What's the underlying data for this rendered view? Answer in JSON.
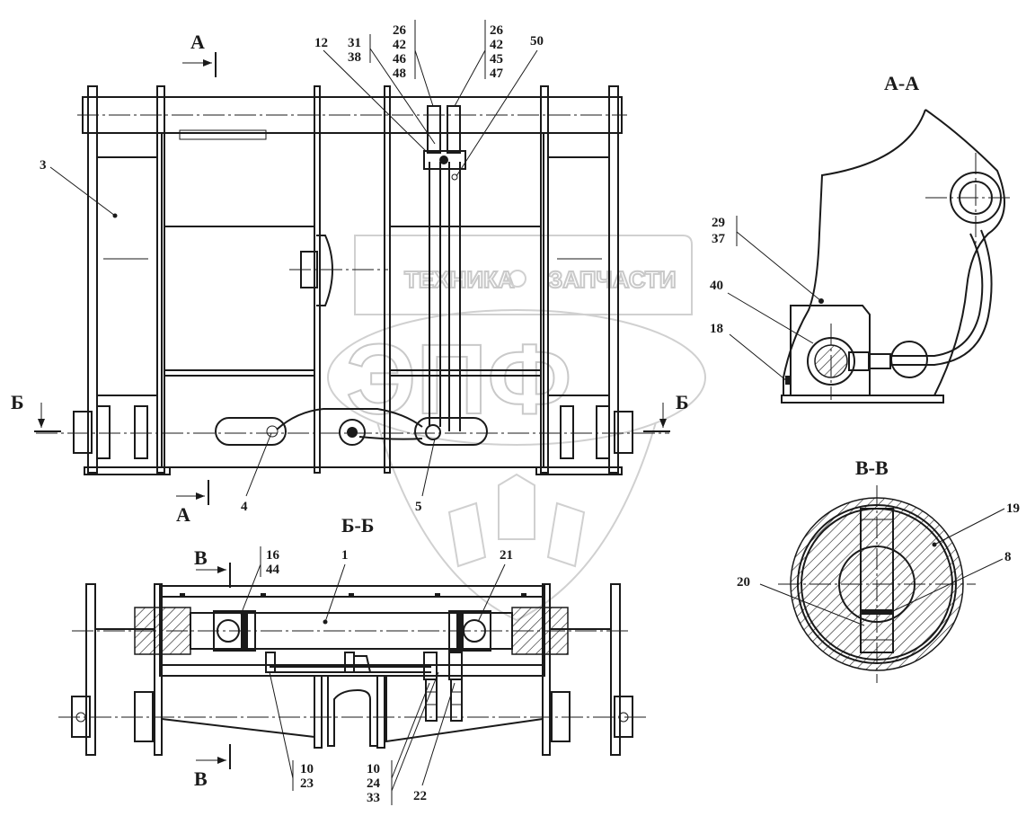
{
  "watermark": {
    "line1_left": "ТЕХНИКА",
    "line1_right": "ЗАПЧАСТИ",
    "logo": "ЭПФ"
  },
  "sections": {
    "aa_title": "А-А",
    "bb_title": "Б-Б",
    "vv_title": "В-В",
    "a_top": "А",
    "a_bottom": "А",
    "b_left": "Б",
    "b_right": "Б",
    "v_top": "В",
    "v_bottom": "В"
  },
  "callouts": {
    "p12": "12",
    "g31_38": [
      "31",
      "38"
    ],
    "g26_42_46_48": [
      "26",
      "42",
      "46",
      "48"
    ],
    "g26_42_45_47": [
      "26",
      "42",
      "45",
      "47"
    ],
    "p50": "50",
    "p3": "3",
    "p4": "4",
    "p5": "5",
    "g29_37": [
      "29",
      "37"
    ],
    "p40": "40",
    "p18": "18",
    "p19": "19",
    "p8": "8",
    "p20": "20",
    "g16_44": [
      "16",
      "44"
    ],
    "p1": "1",
    "p21": "21",
    "g10_23": [
      "10",
      "23"
    ],
    "g10_24_33": [
      "10",
      "24",
      "33"
    ],
    "p22": "22"
  },
  "colors": {
    "line": "#1a1a1a",
    "watermark": "#c9c9c9",
    "background": "#ffffff"
  }
}
